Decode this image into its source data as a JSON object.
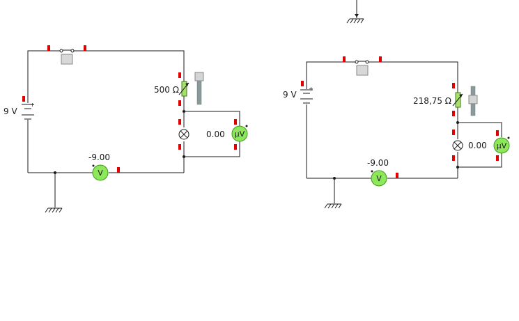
{
  "circuit_left": {
    "battery_label": "9 V",
    "rheostat_label": "500 Ω",
    "voltmeter_bottom_value": "-9.00",
    "voltmeter_bottom_symbol": "V",
    "voltmeter_right_value": "0.00",
    "voltmeter_right_symbol": "µV",
    "rheostat_level": 1.0
  },
  "circuit_right": {
    "battery_label": "9 V",
    "rheostat_label": "218,75 Ω",
    "voltmeter_bottom_value": "-9.00",
    "voltmeter_bottom_symbol": "V",
    "voltmeter_right_value": "0.00",
    "voltmeter_right_symbol": "µV",
    "rheostat_level": 0.4375
  },
  "colors": {
    "terminal": "#e00000",
    "meter_fill": "#8ee65a",
    "wire": "#1a1a1a"
  }
}
